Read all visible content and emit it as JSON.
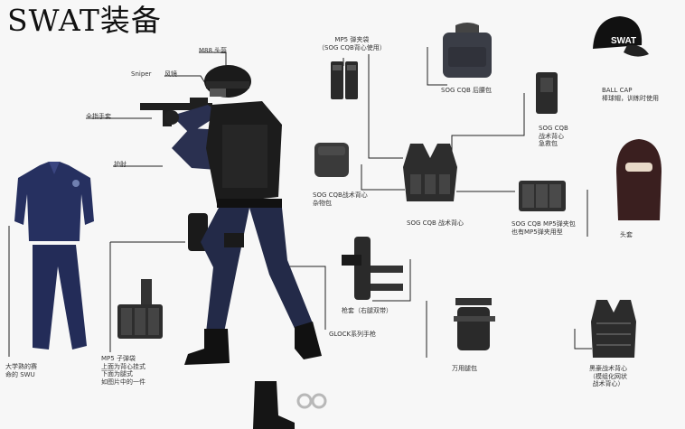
{
  "title": "SWAT装备",
  "labels": {
    "helmet": "M88 头盔",
    "goggles_sniper": "Sniper",
    "goggles": "风镜",
    "gloves": "全指手套",
    "elbow_pads": "护肘",
    "uniform_line1": "大学熟的赛",
    "uniform_line2": "命的 SWU",
    "mag_pouch_line1": "MP5 子弹袋",
    "mag_pouch_line2": "上面为背心挂式",
    "mag_pouch_line3": "下面为腿式",
    "mag_pouch_line4": "如图片中的一件",
    "top_pouch_line1": "MP5 弹夹袋",
    "top_pouch_line2": "（SOG CQB背心使用）",
    "backpack": "SOG CQB 后腰包",
    "cap_line1": "BALL CAP",
    "cap_line2": "棒球帽，训练时使用",
    "cap_text": "SWAT",
    "radio_line1": "SOG CQB",
    "radio_line2": "战术背心",
    "radio_line3": "急救包",
    "utility_line1": "SOG CQB战术背心",
    "utility_line2": "杂物包",
    "vest": "SOG CQB 战术背心",
    "triple_line1": "SOG CQB MP5弹夹包",
    "triple_line2": "也有MP5弹夹用型",
    "balaclava": "头套",
    "holster": "枪套（右腿双带）",
    "pistol": "GLOCK系列手枪",
    "leg_bag": "万用腿包",
    "vest2_line1": "黑豪战术背心",
    "vest2_line2": "（模组化网状",
    "vest2_line3": "战术背心）"
  },
  "icons": [
    "swat-officer-icon",
    "uniform-icon",
    "mag-pouch-icon",
    "top-pouch-icon",
    "backpack-icon",
    "cap-icon",
    "radio-pouch-icon",
    "utility-pouch-icon",
    "vest-icon",
    "triple-pouch-icon",
    "balaclava-icon",
    "holster-icon",
    "leg-bag-icon",
    "tactical-vest-icon",
    "boot-icon",
    "handcuffs-icon"
  ]
}
